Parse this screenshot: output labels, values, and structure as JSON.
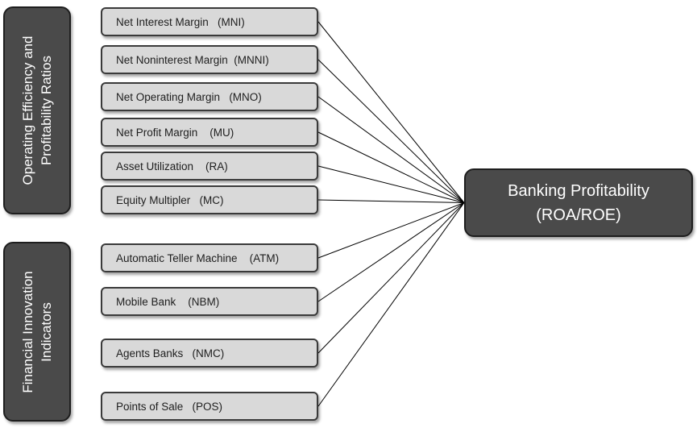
{
  "groups": [
    {
      "label": "Operating Efficiency and\nProfitability Ratios"
    },
    {
      "label": "Financial Innovation\nIndicators"
    }
  ],
  "factors": [
    {
      "label": "Net Interest Margin   (MNI)"
    },
    {
      "label": "Net Noninterest Margin  (MNNI)"
    },
    {
      "label": "Net Operating Margin   (MNO)"
    },
    {
      "label": "Net Profit Margin    (MU)"
    },
    {
      "label": "Asset Utilization    (RA)"
    },
    {
      "label": "Equity Multipler   (MC)"
    },
    {
      "label": "Automatic Teller Machine    (ATM)"
    },
    {
      "label": "Mobile Bank    (NBM)"
    },
    {
      "label": "Agents Banks   (NMC)"
    },
    {
      "label": "Points of Sale   (POS)"
    }
  ],
  "target": {
    "line1": "Banking Profitability",
    "line2": "(ROA/ROE)"
  },
  "colors": {
    "group_fill": "#4a4a4a",
    "box_fill": "#d9d9d9",
    "line": "#000000"
  }
}
